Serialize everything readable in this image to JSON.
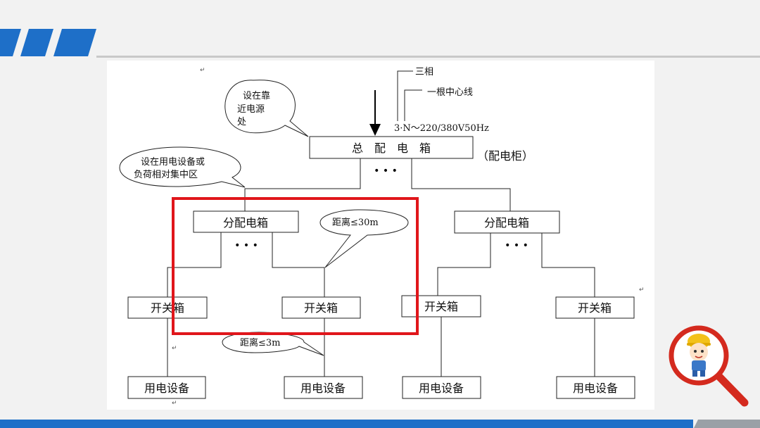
{
  "main_box": {
    "label": "总　配　电　箱",
    "suffix": "（配电柜）"
  },
  "supply": {
    "phase_label": "三相",
    "neutral_label": "一根中心线",
    "spec": "3·N～220/380V50Hz"
  },
  "callout_near_source": {
    "lines": [
      "设在靠",
      "近电源",
      "处"
    ]
  },
  "callout_load_center": {
    "lines": [
      "设在用电设备或",
      "负荷相对集中区"
    ]
  },
  "callout_distance_30": {
    "text": "距离≤30m"
  },
  "callout_distance_3": {
    "text": "距离≤3m"
  },
  "sub_boxes": [
    {
      "label": "分配电箱"
    },
    {
      "label": "分配电箱"
    }
  ],
  "switch_boxes": [
    {
      "label": "开关箱"
    },
    {
      "label": "开关箱"
    },
    {
      "label": "开关箱"
    },
    {
      "label": "开关箱"
    }
  ],
  "equipment": [
    {
      "label": "用电设备"
    },
    {
      "label": "用电设备"
    },
    {
      "label": "用电设备"
    },
    {
      "label": "用电设备"
    }
  ],
  "ellipsis": "• • •",
  "return_mark": "↵",
  "colors": {
    "brand_blue": "#1e6fc8",
    "highlight_red": "#e0161b",
    "magnifier_red": "#d42a1e"
  },
  "icons": {
    "mascot": "worker-mascot-icon",
    "magnifier": "magnifier-icon"
  }
}
